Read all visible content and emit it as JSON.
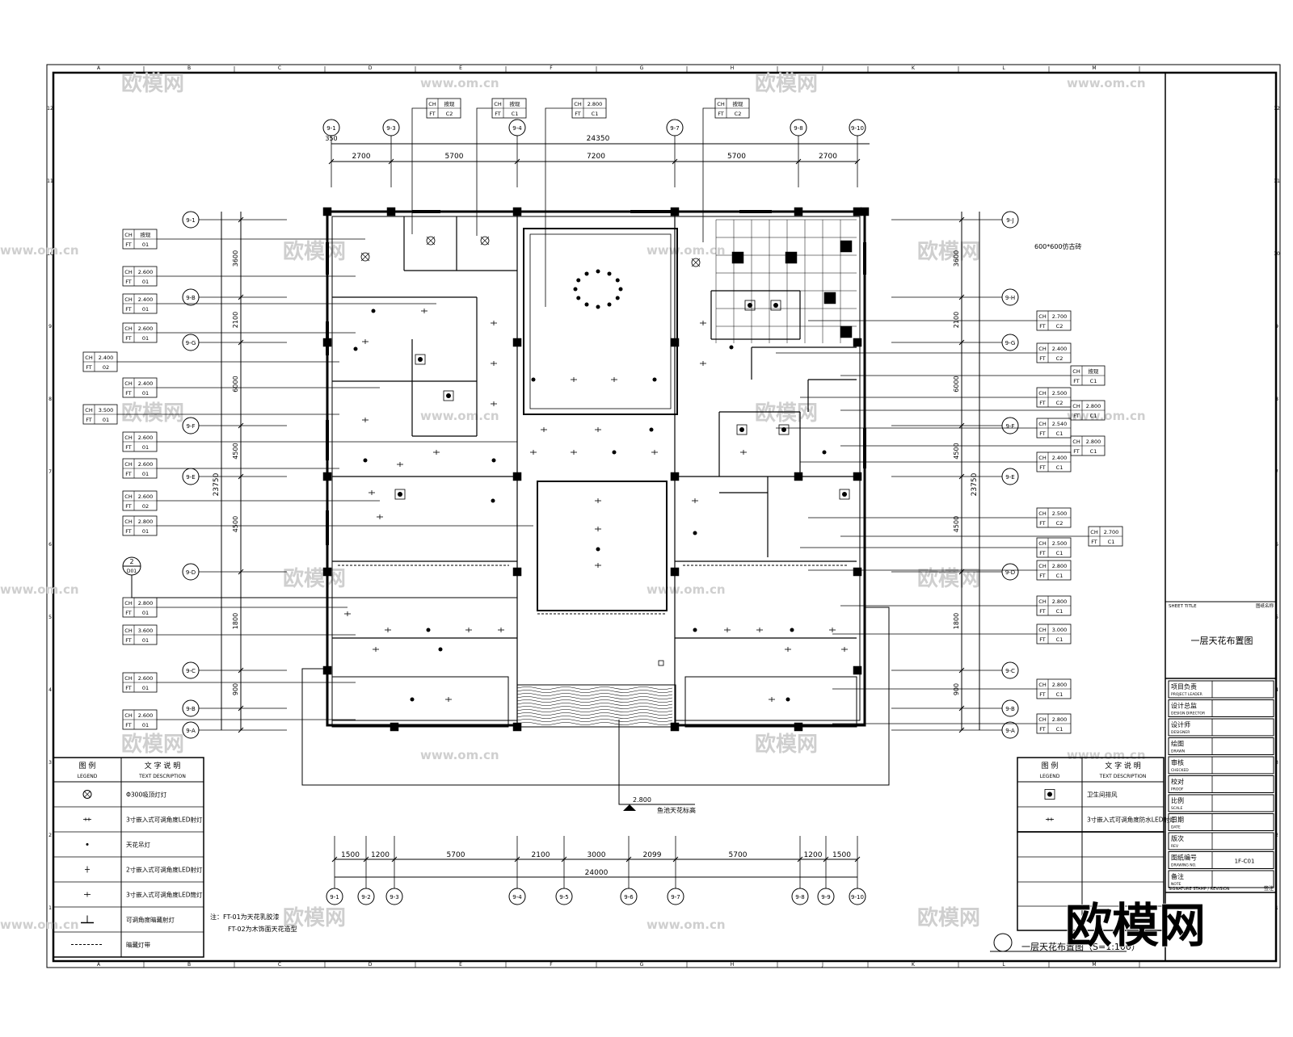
{
  "dimensions_top": {
    "total": "24350",
    "offset": "350",
    "segments": [
      "2700",
      "5700",
      "7200",
      "5700",
      "2700"
    ]
  },
  "dimensions_bottom": {
    "total": "24000",
    "segments": [
      "1500",
      "1200",
      "5700",
      "2100",
      "3000",
      "2099",
      "5700",
      "1200",
      "1500"
    ]
  },
  "dimensions_left": {
    "total": "23750",
    "segments": [
      "3600",
      "2100",
      "6000",
      "4500",
      "4500",
      "1800",
      "900"
    ]
  },
  "dimensions_right": {
    "total": "23750",
    "segments": [
      "3600",
      "2100",
      "6000",
      "4500",
      "4500",
      "1800",
      "900"
    ]
  },
  "grid_top": [
    "9-1",
    "9-3",
    "9-4",
    "9-7",
    "9-8",
    "9-10"
  ],
  "grid_bottom": [
    "9-1",
    "9-2",
    "9-3",
    "9-4",
    "9-5",
    "9-6",
    "9-7",
    "9-8",
    "9-9",
    "9-10"
  ],
  "grid_left": [
    "9-1",
    "9-B",
    "9-G",
    "9-F",
    "9-E",
    "9-D",
    "9-C",
    "9-B",
    "9-A"
  ],
  "grid_right": [
    "9-J",
    "9-H",
    "9-G",
    "9-F",
    "9-E",
    "9-D",
    "9-C",
    "9-B",
    "9-A"
  ],
  "tags_top": [
    {
      "r1a": "CH",
      "r1b": "按现",
      "r2a": "FT",
      "r2b": "C2"
    },
    {
      "r1a": "CH",
      "r1b": "按现",
      "r2a": "FT",
      "r2b": "C1"
    },
    {
      "r1a": "CH",
      "r1b": "2.800",
      "r2a": "FT",
      "r2b": "C1"
    },
    {
      "r1a": "CH",
      "r1b": "按现",
      "r2a": "FT",
      "r2b": "C2"
    }
  ],
  "tags_left": [
    {
      "r1a": "CH",
      "r1b": "按现",
      "r2a": "FT",
      "r2b": "01"
    },
    {
      "r1a": "CH",
      "r1b": "2.600",
      "r2a": "FT",
      "r2b": "01"
    },
    {
      "r1a": "CH",
      "r1b": "2.400",
      "r2a": "FT",
      "r2b": "01"
    },
    {
      "r1a": "CH",
      "r1b": "2.600",
      "r2a": "FT",
      "r2b": "01"
    },
    {
      "r1a": "CH",
      "r1b": "2.400",
      "r2a": "FT",
      "r2b": "02"
    },
    {
      "r1a": "CH",
      "r1b": "2.400",
      "r2a": "FT",
      "r2b": "01"
    },
    {
      "r1a": "CH",
      "r1b": "3.500",
      "r2a": "FT",
      "r2b": "01"
    },
    {
      "r1a": "CH",
      "r1b": "2.600",
      "r2a": "FT",
      "r2b": "01"
    },
    {
      "r1a": "CH",
      "r1b": "2.600",
      "r2a": "FT",
      "r2b": "01"
    },
    {
      "r1a": "CH",
      "r1b": "2.600",
      "r2a": "FT",
      "r2b": "02"
    },
    {
      "r1a": "CH",
      "r1b": "2.800",
      "r2a": "FT",
      "r2b": "01"
    },
    {
      "r1a": "CH",
      "r1b": "2.800",
      "r2a": "FT",
      "r2b": "01"
    },
    {
      "r1a": "CH",
      "r1b": "3.600",
      "r2a": "FT",
      "r2b": "01"
    },
    {
      "r1a": "CH",
      "r1b": "2.600",
      "r2a": "FT",
      "r2b": "01"
    },
    {
      "r1a": "CH",
      "r1b": "2.600",
      "r2a": "FT",
      "r2b": "01"
    }
  ],
  "tags_right": [
    {
      "r1a": "CH",
      "r1b": "2.700",
      "r2a": "FT",
      "r2b": "C2"
    },
    {
      "r1a": "CH",
      "r1b": "2.400",
      "r2a": "FT",
      "r2b": "C2"
    },
    {
      "r1a": "CH",
      "r1b": "按现",
      "r2a": "FT",
      "r2b": "C1"
    },
    {
      "r1a": "CH",
      "r1b": "2.500",
      "r2a": "FT",
      "r2b": "C2"
    },
    {
      "r1a": "CH",
      "r1b": "2.800",
      "r2a": "FT",
      "r2b": "C1"
    },
    {
      "r1a": "CH",
      "r1b": "2.540",
      "r2a": "FT",
      "r2b": "C1"
    },
    {
      "r1a": "CH",
      "r1b": "2.800",
      "r2a": "FT",
      "r2b": "C1"
    },
    {
      "r1a": "CH",
      "r1b": "2.400",
      "r2a": "FT",
      "r2b": "C1"
    },
    {
      "r1a": "CH",
      "r1b": "2.500",
      "r2a": "FT",
      "r2b": "C2"
    },
    {
      "r1a": "CH",
      "r1b": "2.700",
      "r2a": "FT",
      "r2b": "C1"
    },
    {
      "r1a": "CH",
      "r1b": "2.500",
      "r2a": "FT",
      "r2b": "C1"
    },
    {
      "r1a": "CH",
      "r1b": "2.800",
      "r2a": "FT",
      "r2b": "C1"
    },
    {
      "r1a": "CH",
      "r1b": "2.800",
      "r2a": "FT",
      "r2b": "C1"
    },
    {
      "r1a": "CH",
      "r1b": "3.000",
      "r2a": "FT",
      "r2b": "C1"
    },
    {
      "r1a": "CH",
      "r1b": "2.800",
      "r2a": "FT",
      "r2b": "C1"
    },
    {
      "r1a": "CH",
      "r1b": "2.800",
      "r2a": "FT",
      "r2b": "C1"
    }
  ],
  "annotation_tile": "600*600仿古砖",
  "section_mark": {
    "top": "2",
    "bottom": "D01"
  },
  "elevation_note": "2.800",
  "elevation_note_label": "鱼池天花标高",
  "legend_left": {
    "header_icon": "图  例",
    "header_icon_en": "LEGEND",
    "header_text": "文 字 说 明",
    "header_text_en": "TEXT DESCRIPTION",
    "rows": [
      {
        "text": "Φ300吸顶灯灯"
      },
      {
        "text": "3寸嵌入式可调角度LED射灯"
      },
      {
        "text": "天花吊灯"
      },
      {
        "text": "2寸嵌入式可调角度LED射灯"
      },
      {
        "text": "3寸嵌入式可调角度LED筒灯"
      },
      {
        "text": "可调角度暗藏射灯"
      },
      {
        "text": "暗藏灯带"
      }
    ]
  },
  "legend_right": {
    "header_icon": "图  例",
    "header_icon_en": "LEGEND",
    "header_text": "文 字 说 明",
    "header_text_en": "TEXT DESCRIPTION",
    "rows": [
      {
        "text": "卫生间排风"
      },
      {
        "text": "3寸嵌入式可调角度防水LED射灯"
      }
    ]
  },
  "notes": [
    "注：FT-01为天花乳胶漆",
    "FT-02为木饰面天花造型"
  ],
  "title_block": {
    "sheet_title_label": "SHEET TITLE",
    "sheet_title_right": "图纸名称",
    "sheet_title": "一层天花布置图",
    "rows": [
      {
        "label": "项目负责",
        "sub": "PROJECT LEADER",
        "value": ""
      },
      {
        "label": "设计总监",
        "sub": "DESIGN DIRECTOR",
        "value": ""
      },
      {
        "label": "设计师",
        "sub": "DESIGNER",
        "value": ""
      },
      {
        "label": "绘图",
        "sub": "DRAWN",
        "value": ""
      },
      {
        "label": "审核",
        "sub": "CHECKED",
        "value": ""
      },
      {
        "label": "校对",
        "sub": "PROOF",
        "value": ""
      },
      {
        "label": "比例",
        "sub": "SCALE",
        "value": ""
      },
      {
        "label": "日期",
        "sub": "DATE",
        "value": ""
      },
      {
        "label": "版次",
        "sub": "REV",
        "value": ""
      },
      {
        "label": "图纸编号",
        "sub": "DRAWING NO.",
        "value": "1F-C01"
      },
      {
        "label": "备注",
        "sub": "NOTE",
        "value": ""
      }
    ],
    "footer": "SIGNATURE STAMP / REVISION",
    "footer_right": "签注"
  },
  "drawing_caption": "一层天花布置图（S=1:100）",
  "watermark_logo": "欧模网",
  "watermark_small": "欧模网",
  "watermark_url": "www.om.cn",
  "border_letters": [
    "A",
    "B",
    "C",
    "D",
    "E",
    "F",
    "G",
    "H",
    "J",
    "K",
    "L",
    "M"
  ],
  "border_numbers": [
    "12",
    "11",
    "10",
    "9",
    "8",
    "7",
    "6",
    "5",
    "4",
    "3",
    "2",
    "1"
  ]
}
